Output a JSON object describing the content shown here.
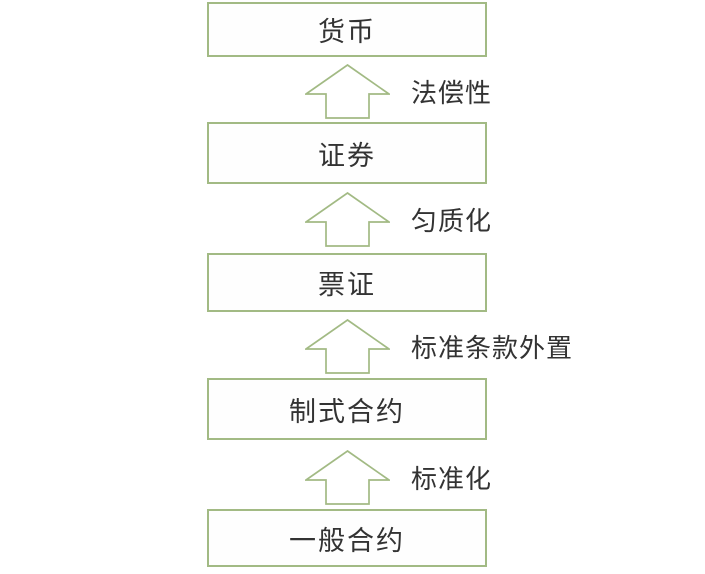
{
  "colors": {
    "outline_green": "#a2ba84",
    "text": "#333333",
    "background": "#ffffff"
  },
  "diagram": {
    "type": "vertical-evolution-flow",
    "direction": "bottom-to-top",
    "stages": [
      {
        "label": "一般合约"
      },
      {
        "label": "制式合约"
      },
      {
        "label": "票证"
      },
      {
        "label": "证券"
      },
      {
        "label": "货币"
      }
    ],
    "transitions": [
      {
        "label": "标准化"
      },
      {
        "label": "标准条款外置"
      },
      {
        "label": "匀质化"
      },
      {
        "label": "法偿性"
      }
    ]
  }
}
